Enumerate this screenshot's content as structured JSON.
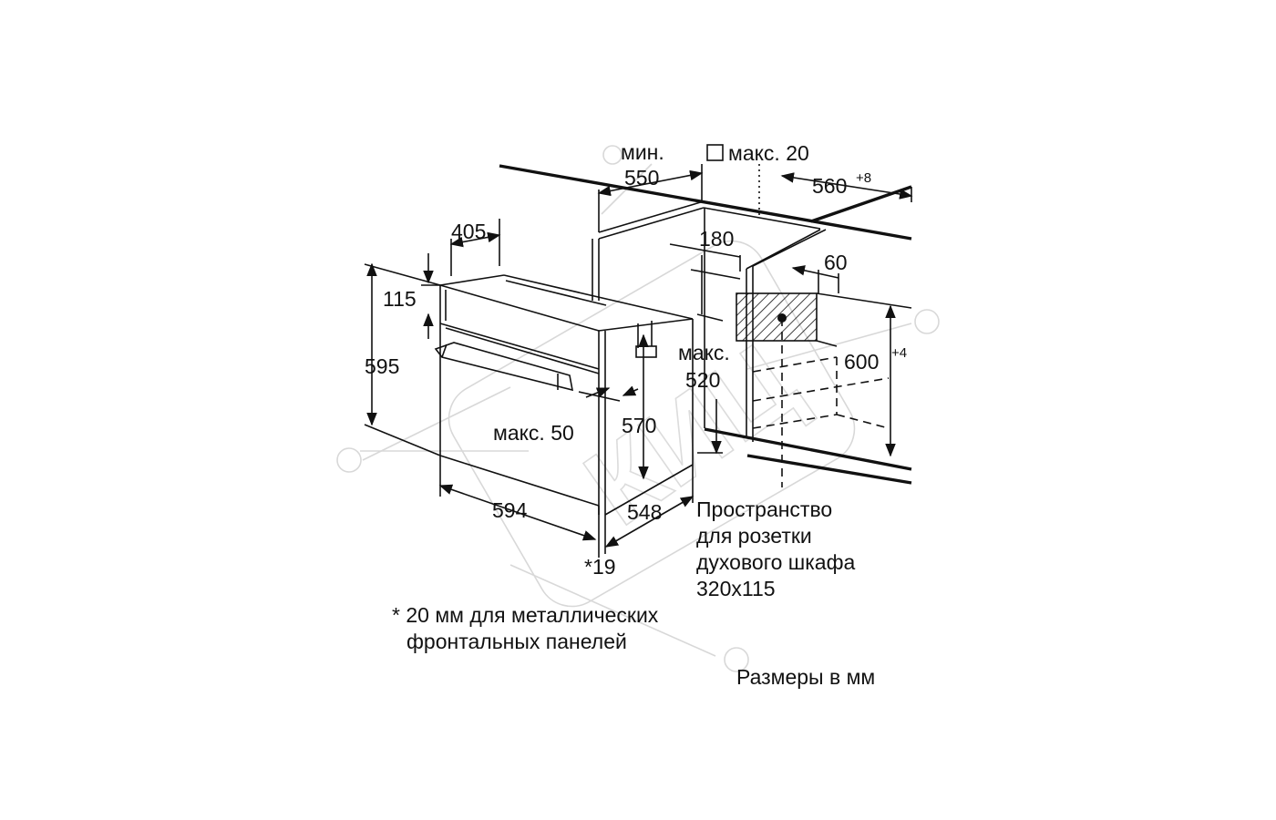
{
  "dimensions": {
    "min_label": "мин.",
    "min_value": "550",
    "max20_label": "макс. 20",
    "depth_560": "560",
    "depth_560_tol": "+8",
    "d405": "405",
    "d180": "180",
    "d60": "60",
    "d115": "115",
    "d595": "595",
    "d600": "600",
    "d600_tol": "+4",
    "max520_label": "макс.",
    "max520_value": "520",
    "max50_label": "макс. 50",
    "d570": "570",
    "d594": "594",
    "d548": "548",
    "star19": "*19"
  },
  "notes": {
    "socket_line1": "Пространство",
    "socket_line2": "для розетки",
    "socket_line3": "духового шкафа",
    "socket_line4": "320x115",
    "footnote_line1": "* 20 мм для металлических",
    "footnote_line2": "фронтальных панелей",
    "units": "Размеры в мм"
  },
  "watermark": {
    "text": "КИЦ"
  },
  "colors": {
    "line": "#111111",
    "watermark": "#d8d8d8",
    "background": "#ffffff"
  }
}
